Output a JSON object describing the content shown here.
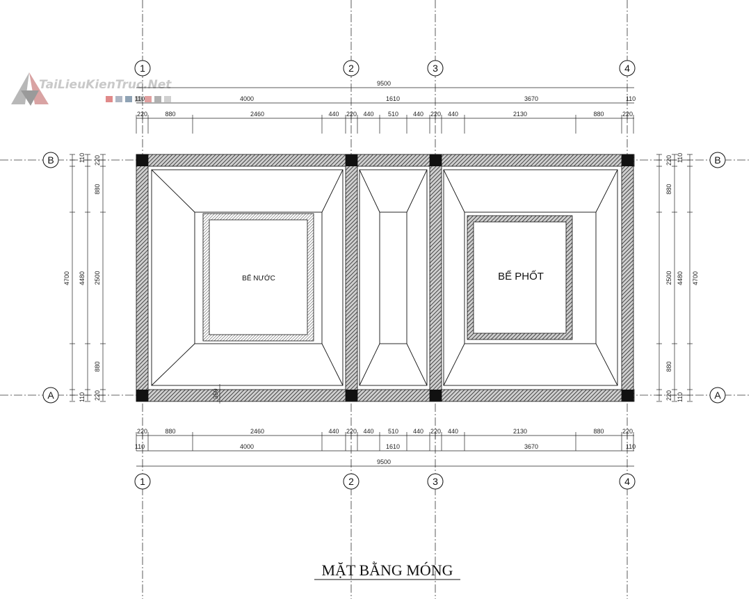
{
  "title": "MẶT BẰNG MÓNG",
  "watermark": "TaiLieuKienTruc.Net",
  "labels": {
    "tank_left": "BỂ NƯỚC",
    "tank_right": "BỂ PHỐT",
    "beam_dim": "350"
  },
  "grid": {
    "vertical": [
      "1",
      "2",
      "3",
      "4"
    ],
    "horizontal": [
      "A",
      "B"
    ]
  },
  "dims": {
    "total": "9500",
    "spans": [
      "4000",
      "1610",
      "3670"
    ],
    "detail": [
      "220",
      "880",
      "2460",
      "440",
      "220",
      "440",
      "510",
      "440",
      "220",
      "440",
      "2130",
      "880",
      "220"
    ],
    "edge": "110",
    "left": {
      "total": "4700",
      "inner": "4480",
      "detail": [
        "220",
        "880",
        "2500",
        "880",
        "220"
      ],
      "edge_top": "110",
      "edge_bot": "110"
    },
    "right": {
      "total": "4700",
      "inner": "4480",
      "detail": [
        "220",
        "880",
        "2500",
        "880",
        "220"
      ],
      "edge_top": "110",
      "edge_bot": "110"
    }
  },
  "colors": {
    "line": "#111111",
    "hatch": "#555555",
    "watermark_red": "#d85a5a",
    "watermark_gray": "#c9c9c9"
  }
}
